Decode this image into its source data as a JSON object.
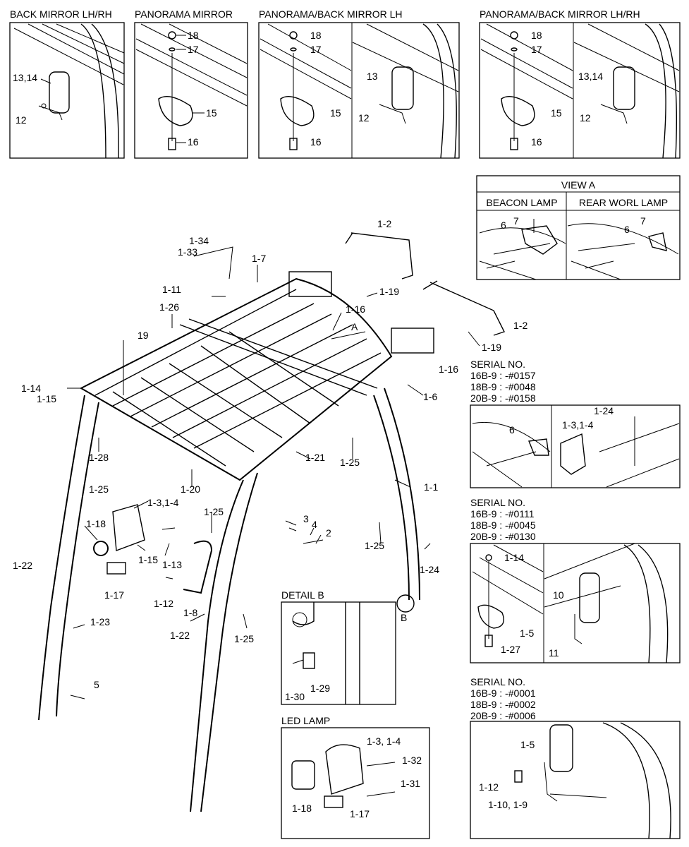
{
  "panels": {
    "back_mirror": {
      "title": "BACK MIRROR LH/RH",
      "labels": [
        "13,14",
        "12"
      ]
    },
    "panorama_mirror": {
      "title": "PANORAMA MIRROR",
      "labels": [
        "18",
        "17",
        "15",
        "16"
      ]
    },
    "panorama_back_lh": {
      "title": "PANORAMA/BACK MIRROR LH",
      "labels": [
        "18",
        "17",
        "15",
        "16",
        "13",
        "12"
      ]
    },
    "panorama_back_lhrh": {
      "title": "PANORAMA/BACK MIRROR LH/RH",
      "labels": [
        "18",
        "17",
        "15",
        "16",
        "13,14",
        "12"
      ]
    }
  },
  "view_a": {
    "title": "VIEW A",
    "left_title": "BEACON LAMP",
    "right_title": "REAR WORL LAMP",
    "labels": [
      "7",
      "6",
      "7",
      "6"
    ]
  },
  "serial_1": {
    "title": "SERIAL NO.",
    "lines": [
      "16B-9 : -#0157",
      "18B-9 : -#0048",
      "20B-9 : -#0158"
    ],
    "labels": [
      "6",
      "1-24",
      "1-3,1-4"
    ]
  },
  "serial_2": {
    "title": "SERIAL NO.",
    "lines": [
      "16B-9 : -#0111",
      "18B-9 : -#0045",
      "20B-9 : -#0130"
    ],
    "labels": [
      "1-14",
      "1-5",
      "1-27",
      "10",
      "11"
    ]
  },
  "serial_3": {
    "title": "SERIAL NO.",
    "lines": [
      "16B-9 : -#0001",
      "18B-9 : -#0002",
      "20B-9 : -#0006"
    ],
    "labels": [
      "1-5",
      "1-12",
      "1-10, 1-9"
    ]
  },
  "detail_b": {
    "title": "DETAIL B",
    "labels": [
      "1-30",
      "1-29"
    ]
  },
  "led_lamp": {
    "title": "LED LAMP",
    "labels": [
      "1-3, 1-4",
      "1-32",
      "1-31",
      "1-18",
      "1-17"
    ]
  },
  "main_labels": [
    "1-34",
    "1-33",
    "1-7",
    "1-2",
    "1-19",
    "1-16",
    "1-11",
    "1-26",
    "A",
    "1-2",
    "1-19",
    "1-16",
    "19",
    "1-6",
    "1-14",
    "1-15",
    "1-28",
    "1-25",
    "1-21",
    "1-25",
    "1-20",
    "1-3,1-4",
    "1-1",
    "1-25",
    "3",
    "4",
    "2",
    "1-18",
    "1-15",
    "1-13",
    "1-25",
    "1-24",
    "1-22",
    "1-17",
    "1-12",
    "1-8",
    "B",
    "1-23",
    "1-22",
    "1-25",
    "5"
  ]
}
